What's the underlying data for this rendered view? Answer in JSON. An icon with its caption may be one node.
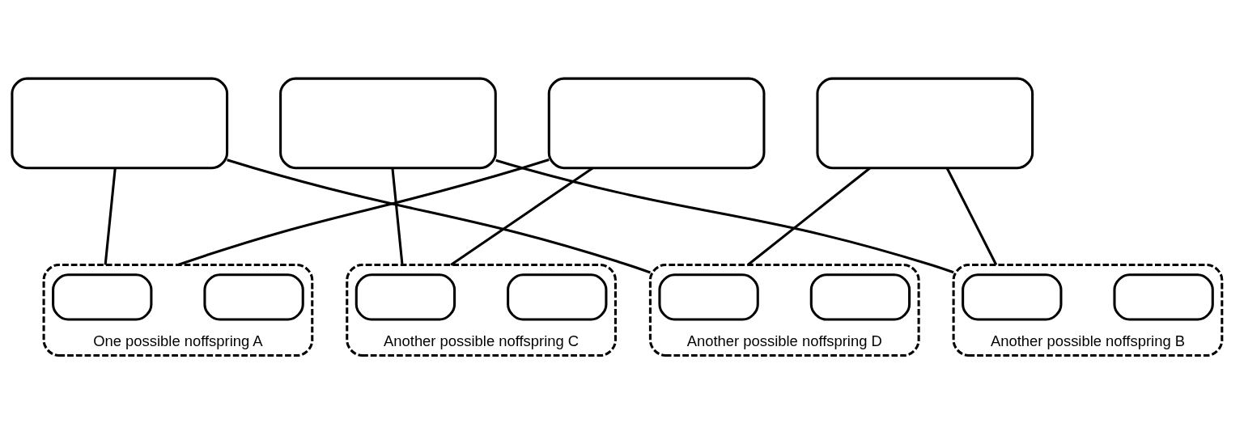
{
  "diagram": {
    "nodes": [
      {
        "text": [],
        "shape": "box"
      },
      {
        "text": [],
        "shape": "box"
      },
      {
        "text": [],
        "shape": "box"
      },
      {
        "text": [],
        "shape": "box"
      },
      {
        "text": [
          "One possible noffspring A"
        ]
      },
      {
        "text": [],
        "shape": "box",
        "in": 4
      },
      {
        "text": [],
        "shape": "box",
        "in": 4
      },
      {
        "text": [
          "Another possible noffspring B"
        ]
      },
      {
        "text": [],
        "shape": "box",
        "in": 7
      },
      {
        "text": [],
        "shape": "box",
        "in": 7
      },
      {
        "text": [
          "Another possible noffspring C"
        ]
      },
      {
        "text": [],
        "shape": "box",
        "in": 10
      },
      {
        "text": [],
        "shape": "box",
        "in": 10
      },
      {
        "text": [
          "Another possible noffspring D"
        ]
      },
      {
        "text": [],
        "shape": "box",
        "in": 13
      },
      {
        "text": [],
        "shape": "box",
        "in": 13
      }
    ],
    "edges": [
      {
        "from": 0,
        "to": 4,
        "arrow": "none"
      },
      {
        "from": 0,
        "to": 13,
        "arrow": "none"
      },
      {
        "from": 1,
        "to": 7,
        "arrow": "none"
      },
      {
        "from": 1,
        "to": 10,
        "arrow": "none"
      },
      {
        "from": 2,
        "to": 4,
        "arrow": "none"
      },
      {
        "from": 2,
        "to": 10,
        "arrow": "none"
      },
      {
        "from": 3,
        "to": 7,
        "arrow": "none"
      },
      {
        "from": 3,
        "to": 13,
        "arrow": "none"
      }
    ]
  }
}
